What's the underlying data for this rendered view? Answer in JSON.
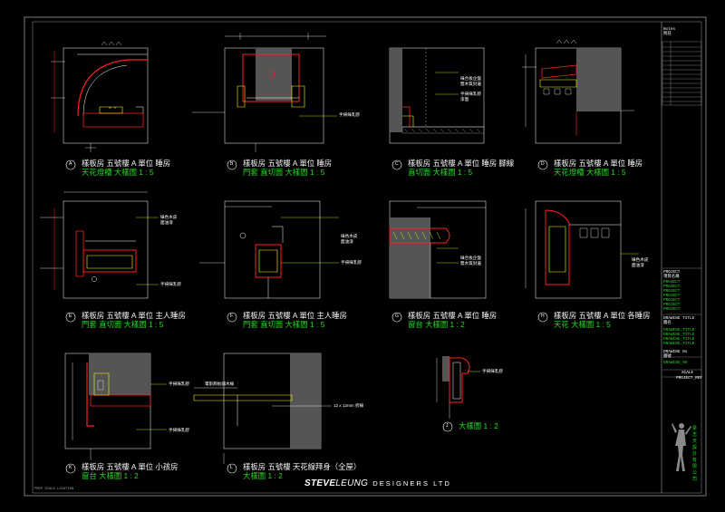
{
  "drawings": [
    {
      "id": "A",
      "line1": "樣板房 五號樓 A 單位 睡房",
      "line2": "天花燈槽 大樣圖 1 : 5"
    },
    {
      "id": "B",
      "line1": "樣板房 五號樓 A 單位 睡房",
      "line2": "門套 直切面 大樣圖 1 : 5"
    },
    {
      "id": "C",
      "line1": "樣板房 五號樓 A 單位 睡房 腳線",
      "line2": "直切面 大樣圖 1 : 5"
    },
    {
      "id": "D",
      "line1": "樣板房 五號樓 A 單位 睡房",
      "line2": "天花燈槽 大樣圖 1 : 5"
    },
    {
      "id": "E",
      "line1": "樣板房 五號樓 A 單位 主人睡房",
      "line2": "門套 直切面 大樣圖 1 : 5"
    },
    {
      "id": "F",
      "line1": "樣板房 五號樓 A 單位 主人睡房",
      "line2": "門套 直切面 大樣圖 1 : 5"
    },
    {
      "id": "G",
      "line1": "樣板房 五號樓 A 單位 睡房",
      "line2": "窗台 大樣圖 1 : 2"
    },
    {
      "id": "H",
      "line1": "樣板房 五號樓 A 單位 各睡房",
      "line2": "天花 大樣圖 1 : 5"
    },
    {
      "id": "K",
      "line1": "樣板房 五號樓 A 單位 小孩房",
      "line2": "窗台 大樣圖 1 : 2"
    },
    {
      "id": "L",
      "line1": "樣板房 五號樓 天花線拜身（全屋）",
      "line2": "大樣圖 1 : 2"
    },
    {
      "id": "J",
      "line1": "",
      "line2": "大樣圖 1 : 2"
    }
  ],
  "annotations": {
    "b_note": "手掃綠乳膠",
    "c_note1": "綠合板企盤",
    "c_note2": "雙木質封邊",
    "c_note3": "手掃綠乳膠",
    "c_note4": "漆面",
    "e_note1": "綠色木皮",
    "e_note2": "面油漆",
    "e_note3": "手掃綠乳膠",
    "f_note1": "綠色木皮",
    "f_note2": "面油漆",
    "f_note3": "手掃綠乳膠",
    "g_note1": "綠合板企盤",
    "g_note2": "雙木質封邊",
    "h_note1": "綠色木皮",
    "h_note2": "面油漆",
    "k_note1": "手掃綠乳膠",
    "k_note2": "手掃綠乳膠",
    "l_note1": "電影飾板鋪木線",
    "l_note2": "12 x 12mm 折線",
    "j_note": "手掃綠乳膠"
  },
  "title_block": {
    "notes_label": "Notes",
    "notes_sub": "附註",
    "project_label": "PROJECT",
    "project_sub": "項目名稱",
    "project_lines": [
      "PROJECT",
      "PROJECT",
      "PROJECT",
      "PROJECT",
      "PROJECT",
      "PROJECT",
      "PROJECT"
    ],
    "drawing_title_label": "DRAWING TITLE",
    "drawing_title_sub": "圖名",
    "drawing_titles": [
      "DRAWING_TITLE",
      "DRAWING_TITLE",
      "DRAWING_TITLE",
      "DRAWING_TITLE"
    ],
    "drawing_no_label": "DRAWING No",
    "drawing_no_sub": "圖號",
    "drawing_no": "DRAWING_NO",
    "scale_label": "SCALE",
    "project_ref": "PROJECT_REF",
    "designer_chars": [
      "梁",
      "志",
      "天",
      "設",
      "計",
      "有",
      "限",
      "公",
      "司"
    ]
  },
  "brand": {
    "name_part1": "STEVE",
    "name_part2": "LEUNG",
    "name_rest": "DESIGNERS LTD"
  },
  "footer_tiny": "PREP  SCALE  LOCATION"
}
